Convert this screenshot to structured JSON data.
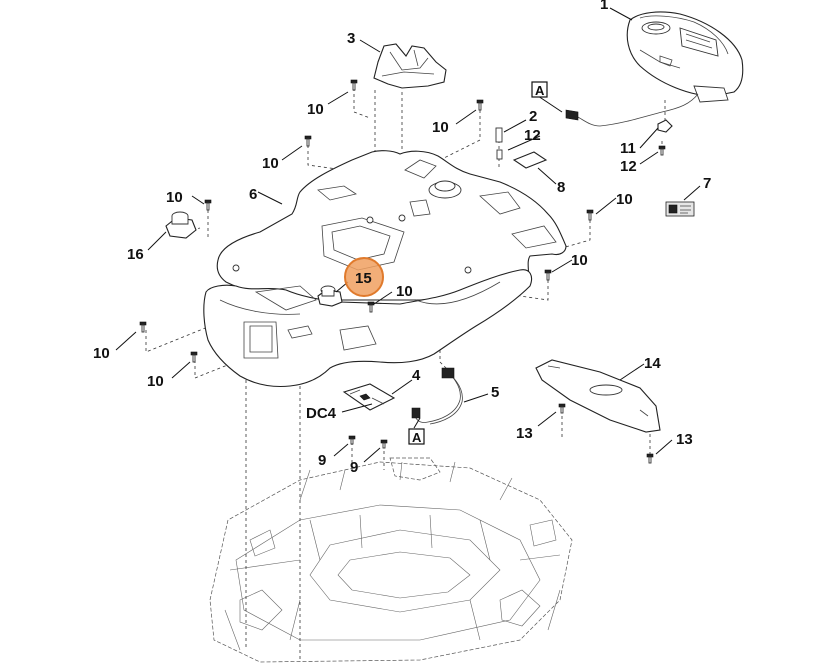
{
  "diagram": {
    "callouts": {
      "c1": "1",
      "c2": "2",
      "c3": "3",
      "c4": "4",
      "c5": "5",
      "c6": "6",
      "c7": "7",
      "c8": "8",
      "c9a": "9",
      "c9b": "9",
      "c10a": "10",
      "c10b": "10",
      "c10c": "10",
      "c10d": "10",
      "c10e": "10",
      "c10f": "10",
      "c10g": "10",
      "c10h": "10",
      "c10i": "10",
      "c11": "11",
      "c12a": "12",
      "c12b": "12",
      "c13a": "13",
      "c13b": "13",
      "c14": "14",
      "c15": "15",
      "c16": "16",
      "dc4": "DC4",
      "connA1": "A",
      "connA2": "A"
    },
    "highlight_color": "#f0a060",
    "highlight_stroke": "#e07a2c"
  }
}
